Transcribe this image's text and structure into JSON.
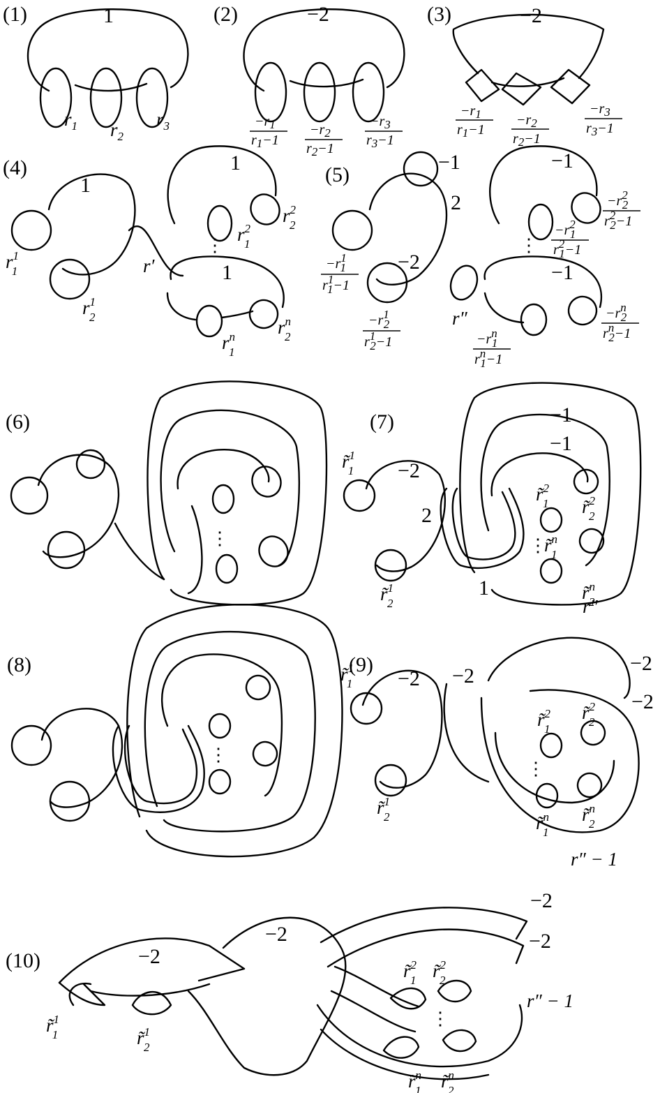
{
  "panels": [
    {
      "id": "1",
      "label": "(1)",
      "weights": [
        "1"
      ],
      "coeffs": [
        "r1",
        "r2",
        "r3"
      ]
    },
    {
      "id": "2",
      "label": "(2)",
      "weights": [
        "−2"
      ],
      "fractions": [
        [
          "−r1",
          "r1−1"
        ],
        [
          "−r2",
          "r2−1"
        ],
        [
          "−r3",
          "r3−1"
        ]
      ]
    },
    {
      "id": "3",
      "label": "(3)",
      "weights": [
        "−2"
      ],
      "fractions": [
        [
          "−r1",
          "r1−1"
        ],
        [
          "−r2",
          "r2−1"
        ],
        [
          "−r3",
          "r3−1"
        ]
      ]
    },
    {
      "id": "4",
      "label": "(4)",
      "weights": [
        "1",
        "1",
        "1"
      ],
      "coeffs": [
        "r′"
      ]
    },
    {
      "id": "5",
      "label": "(5)",
      "weights": [
        "−1",
        "2",
        "−2",
        "−1",
        "−1"
      ],
      "coeffs": [
        "r″"
      ]
    },
    {
      "id": "6",
      "label": "(6)"
    },
    {
      "id": "7",
      "label": "(7)",
      "weights": [
        "−1",
        "−1",
        "−2",
        "2",
        "1"
      ],
      "coeffs": [
        "r″"
      ]
    },
    {
      "id": "8",
      "label": "(8)"
    },
    {
      "id": "9",
      "label": "(9)",
      "weights": [
        "−2",
        "−2",
        "−2",
        "−2"
      ],
      "coeffs": [
        "r″ − 1"
      ]
    },
    {
      "id": "10",
      "label": "(10)",
      "weights": [
        "−2",
        "−2",
        "−2",
        "−2"
      ],
      "coeffs": [
        "r″ − 1"
      ]
    }
  ]
}
